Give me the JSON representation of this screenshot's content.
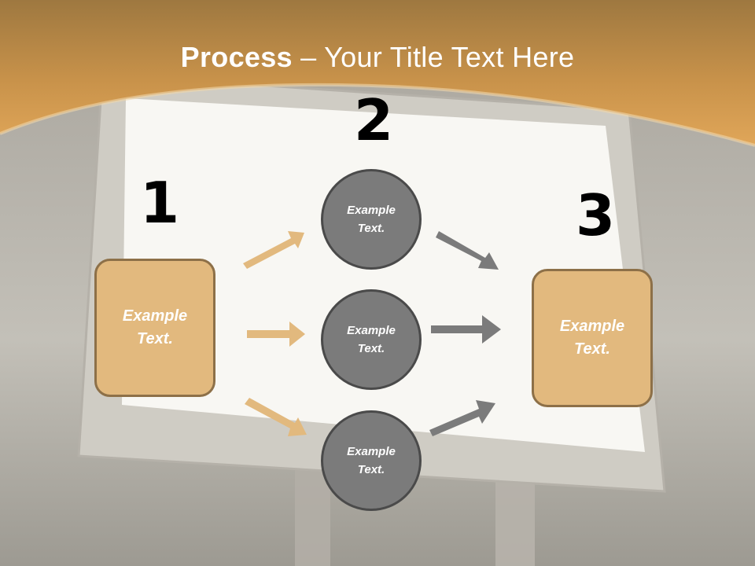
{
  "title": {
    "bold": "Process",
    "rest": " – Your Title Text Here"
  },
  "steps": [
    {
      "number": "1",
      "box": {
        "line1": "Example",
        "line2": "Text."
      }
    },
    {
      "number": "2",
      "circles": [
        {
          "line1": "Example",
          "line2": "Text."
        },
        {
          "line1": "Example",
          "line2": "Text."
        },
        {
          "line1": "Example",
          "line2": "Text."
        }
      ]
    },
    {
      "number": "3",
      "box": {
        "line1": "Example",
        "line2": "Text."
      }
    }
  ],
  "colors": {
    "header": "#d9a45a",
    "box_fill": "#e2b97e",
    "circle_fill": "#7b7b7b",
    "arrow_tan": "#e2b97e",
    "arrow_gray": "#7b7b7b"
  }
}
